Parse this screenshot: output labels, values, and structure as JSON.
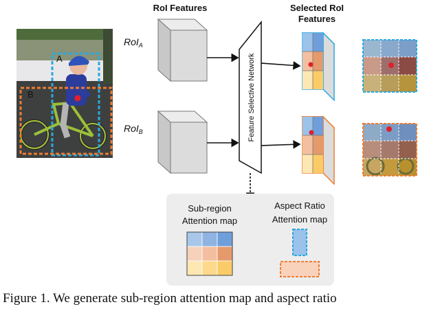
{
  "figure": {
    "roi_features_title": "RoI Features",
    "selected_title_line1": "Selected RoI",
    "selected_title_line2": "Features",
    "roi_a_label": "RoI",
    "roi_a_sub": "A",
    "roi_b_label": "RoI",
    "roi_b_sub": "B",
    "network_label": "Feature Selective Network",
    "box_a_label": "A",
    "box_b_label": "B",
    "subregion_line1": "Sub-region",
    "subregion_line2": "Attention map",
    "aspect_line1": "Aspect Ratio",
    "aspect_line2": "Attention map",
    "colors": {
      "blue_box": "#29a9e0",
      "orange_box": "#ee7d31",
      "panel_bg": "#ededed",
      "cube_gray": "#d9d9d9",
      "attention_point": "#e0202a"
    },
    "subregion_map_colors": [
      "#a8c7ea",
      "#8fb4e3",
      "#6f9fdb",
      "#f6d2ba",
      "#f3bfa0",
      "#e59a6c",
      "#fde7b3",
      "#fdd98b",
      "#fbcb68"
    ],
    "aspect_map_colors": [
      "#9ac2ea",
      "#f9d2bc"
    ]
  },
  "caption": "Figure 1. We generate sub-region attention map and aspect ratio"
}
